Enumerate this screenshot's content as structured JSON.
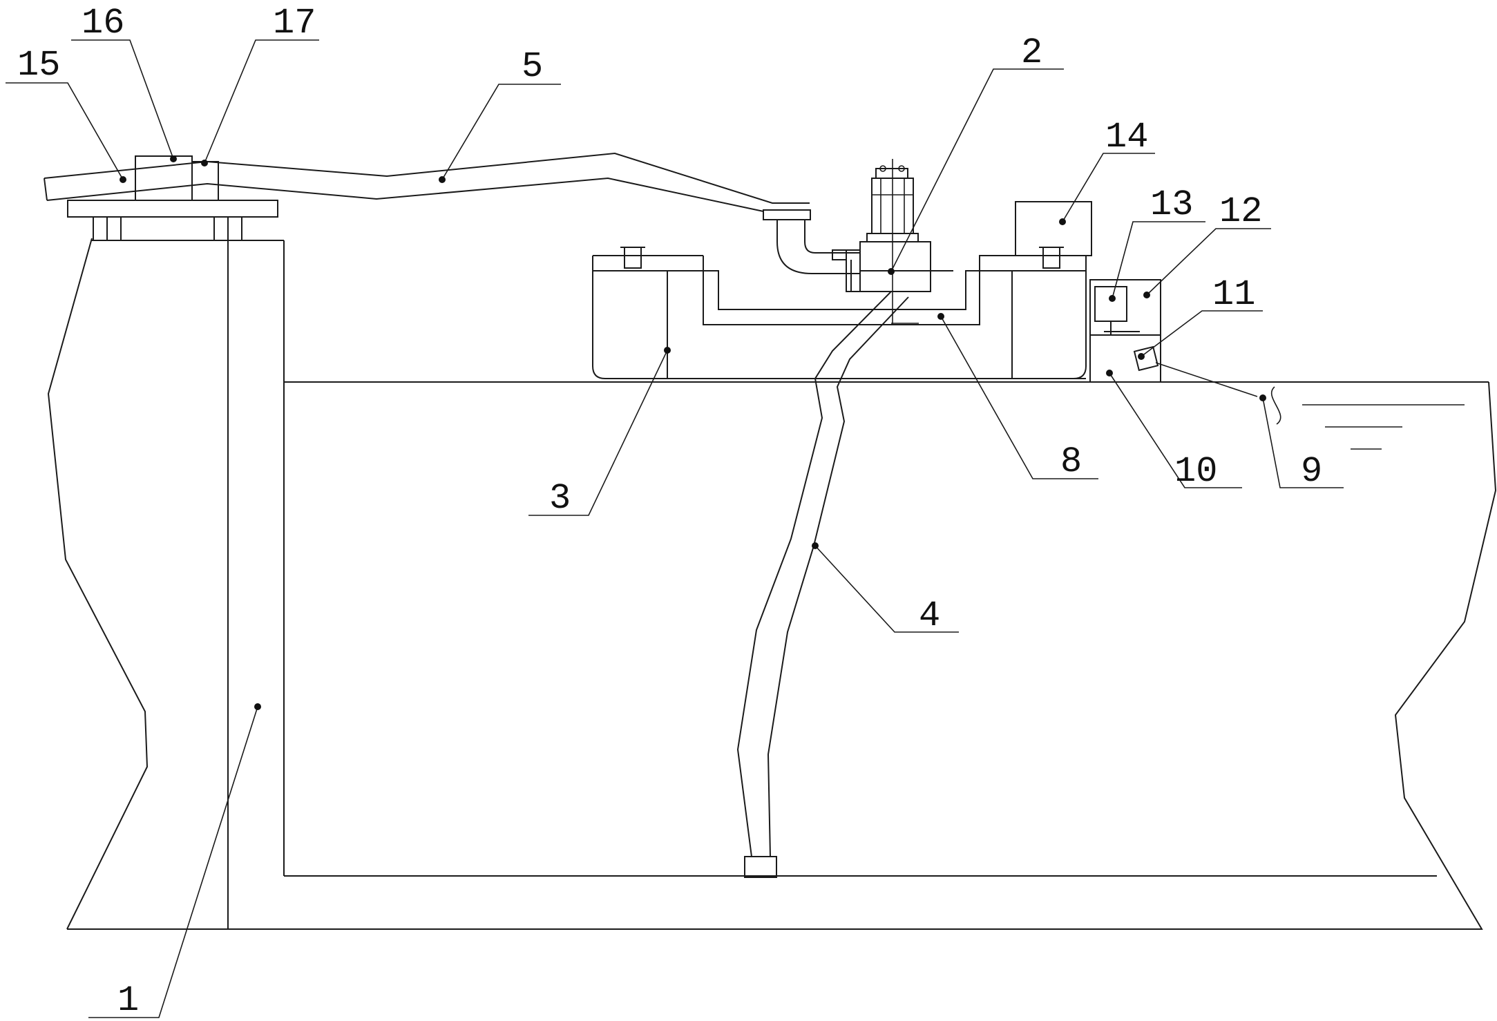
{
  "colors": {
    "line": "#1a1a1a",
    "background": "#ffffff"
  },
  "labels": [
    {
      "id": "1",
      "text": "1"
    },
    {
      "id": "2",
      "text": "2"
    },
    {
      "id": "3",
      "text": "3"
    },
    {
      "id": "4",
      "text": "4"
    },
    {
      "id": "5",
      "text": "5"
    },
    {
      "id": "8",
      "text": "8"
    },
    {
      "id": "9",
      "text": "9"
    },
    {
      "id": "10",
      "text": "10"
    },
    {
      "id": "11",
      "text": "11"
    },
    {
      "id": "12",
      "text": "12"
    },
    {
      "id": "13",
      "text": "13"
    },
    {
      "id": "14",
      "text": "14"
    },
    {
      "id": "15",
      "text": "15"
    },
    {
      "id": "16",
      "text": "16"
    },
    {
      "id": "17",
      "text": "17"
    }
  ]
}
